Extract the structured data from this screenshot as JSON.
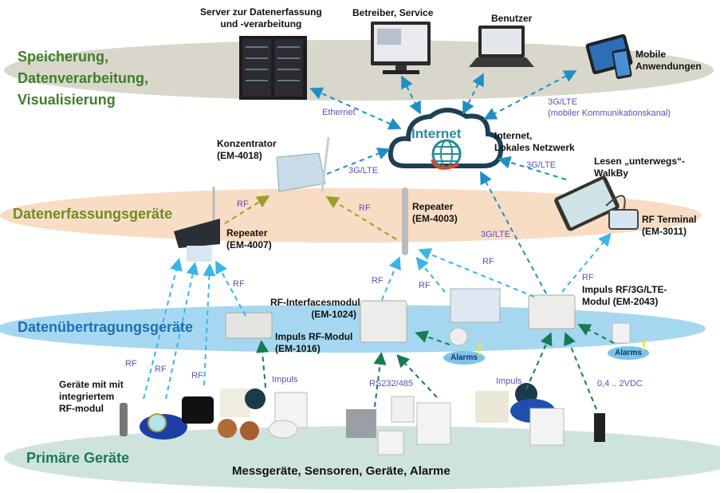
{
  "tiers": {
    "storage": {
      "lines": [
        "Speicherung,",
        "Datenverarbeitung,",
        "Visualisierung"
      ],
      "color": "#3f7f2a",
      "band": "#d9d7cc"
    },
    "acquisition": {
      "label": "Datenerfassungsgeräte",
      "color": "#6e8c1f",
      "band": "#f9dcc4"
    },
    "transmission": {
      "label": "Datenübertragungsgeräte",
      "color": "#1f6fb5",
      "band": "#a5d8f0"
    },
    "primary": {
      "label": "Primäre Geräte",
      "color": "#1a7a5a",
      "band": "#cfe3dd"
    }
  },
  "devices": {
    "server": {
      "lines": [
        "Server zur Datenerfassung",
        "und -verarbeitung"
      ]
    },
    "operator": {
      "label": "Betreiber, Service"
    },
    "user": {
      "label": "Benutzer"
    },
    "mobile": {
      "lines": [
        "Mobile",
        "Anwendungen"
      ]
    },
    "internet": {
      "cloud": "Internet",
      "lines": [
        "Internet,",
        "Lokales Netzwerk"
      ]
    },
    "concentrator": {
      "lines": [
        "Konzentrator",
        "(EM-4018)"
      ]
    },
    "repeater_4003": {
      "lines": [
        "Repeater",
        "(EM-4003)"
      ]
    },
    "repeater_4007": {
      "lines": [
        "Repeater",
        "(EM-4007)"
      ]
    },
    "walkby": {
      "lines": [
        "Lesen „unterwegs“-",
        "WalkBy"
      ]
    },
    "rf_terminal": {
      "lines": [
        "RF Terminal",
        "(EM-3011)"
      ]
    },
    "rf_interface": {
      "lines": [
        "RF-Interfacesmodul",
        "(EM-1024)"
      ]
    },
    "impuls_rf": {
      "lines": [
        "Impuls RF-Modul",
        "(EM-1016)"
      ]
    },
    "impuls_lte": {
      "lines": [
        "Impuls RF/3G/LTE-",
        "Modul  (EM-2043)"
      ]
    },
    "integrated_rf": {
      "lines": [
        "Geräte mit  mit",
        "integriertem",
        "RF-modul"
      ]
    },
    "primary_caption": {
      "label": "Messgeräte, Sensoren, Geräte, Alarme"
    }
  },
  "links": {
    "ethernet": "Ethernet",
    "lte_mobile": [
      "3G/LTE",
      "(mobiler Kommunikationskanal)"
    ],
    "lte_concentrator": "3G/LTE",
    "lte_walkby": "3G/LTE",
    "lte_impuls": "3G/LTE",
    "rf": "RF",
    "impuls": "Impuls",
    "rs": "RS232/485",
    "vdc": "0,4 .. 2VDC"
  },
  "alarms": {
    "label": "Alarms",
    "mark": "!"
  },
  "colors": {
    "link_blue": "#1e8fc4",
    "rf_light": "#3ab4e8",
    "rf_olive": "#9aa02a",
    "wire_green": "#177a55",
    "link_text": "#5b4fbf"
  }
}
